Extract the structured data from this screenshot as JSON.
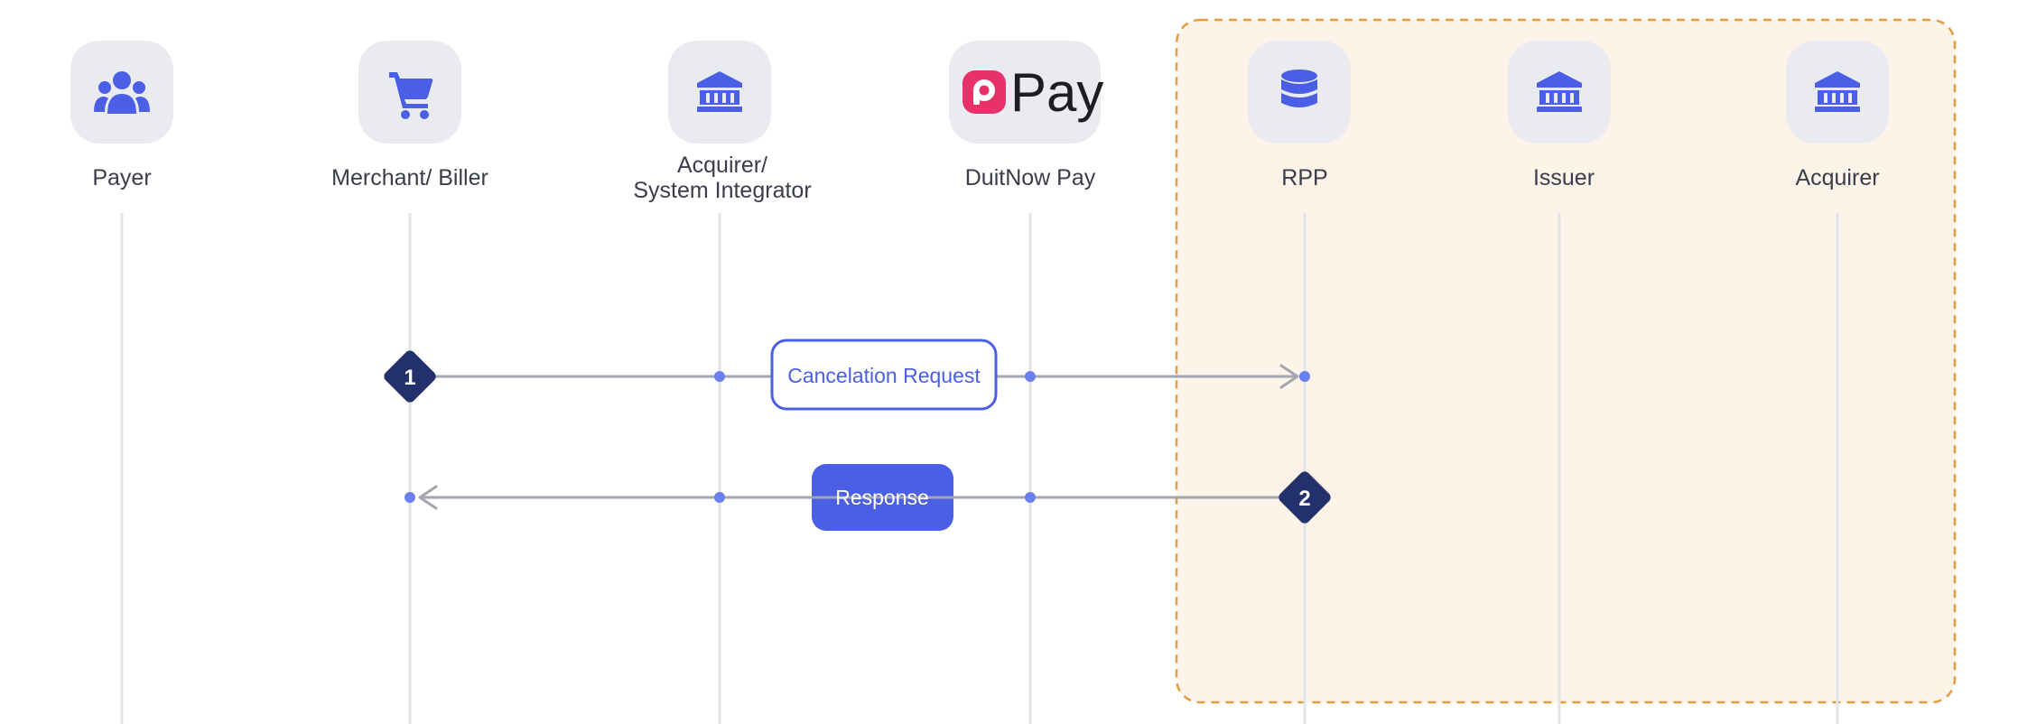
{
  "colors": {
    "accent": "#4a5fe6",
    "dark_step": "#22306b",
    "icon_bg": "#eaebf0",
    "lifeline": "#e3e4e8",
    "arrow": "#a3a6ae",
    "zone_fill": "#fdf3e9",
    "zone_border": "#e79a3f",
    "brand_pink": "#e8316a"
  },
  "actors": [
    {
      "id": "payer",
      "label": "Payer",
      "icon": "users-icon"
    },
    {
      "id": "merchant",
      "label": "Merchant/ Biller",
      "icon": "shopping-cart-icon"
    },
    {
      "id": "acquirer-si",
      "label_lines": [
        "Acquirer/",
        "System Integrator"
      ],
      "icon": "bank-icon"
    },
    {
      "id": "duitnow",
      "label": "DuitNow Pay",
      "logo_text": "Pay",
      "icon": "duitnow-logo"
    },
    {
      "id": "rpp",
      "label": "RPP",
      "icon": "database-icon"
    },
    {
      "id": "issuer",
      "label": "Issuer",
      "icon": "bank-icon"
    },
    {
      "id": "acquirer",
      "label": "Acquirer",
      "icon": "bank-icon"
    }
  ],
  "messages": [
    {
      "step": "1",
      "label": "Cancelation Request",
      "from": "merchant",
      "to": "rpp",
      "style": "outline"
    },
    {
      "step": "2",
      "label": "Response",
      "from": "rpp",
      "to": "merchant",
      "style": "filled"
    }
  ]
}
